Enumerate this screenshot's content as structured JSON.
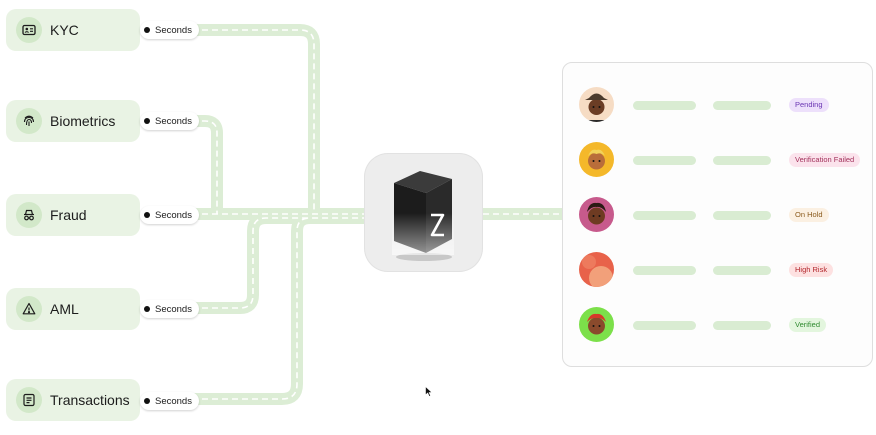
{
  "sources": [
    {
      "label": "KYC",
      "icon": "id-card-icon",
      "speed": "Seconds"
    },
    {
      "label": "Biometrics",
      "icon": "fingerprint-icon",
      "speed": "Seconds"
    },
    {
      "label": "Fraud",
      "icon": "spy-icon",
      "speed": "Seconds"
    },
    {
      "label": "AML",
      "icon": "warning-icon",
      "speed": "Seconds"
    },
    {
      "label": "Transactions",
      "icon": "receipt-icon",
      "speed": "Seconds"
    }
  ],
  "results": [
    {
      "status": "Pending",
      "avatar": "avatar-hat-icon",
      "bg": "#ede0fb",
      "fg": "#6a35b3"
    },
    {
      "status": "Verification Failed",
      "avatar": "avatar-yellow-icon",
      "bg": "#fbe3ec",
      "fg": "#a3325c"
    },
    {
      "status": "On Hold",
      "avatar": "avatar-pink-icon",
      "bg": "#fbf0e2",
      "fg": "#8a5a1c"
    },
    {
      "status": "High Risk",
      "avatar": "avatar-orange-icon",
      "bg": "#fde1e1",
      "fg": "#b3262c"
    },
    {
      "status": "Verified",
      "avatar": "avatar-green-icon",
      "bg": "#e3f6de",
      "fg": "#2f8a2f"
    }
  ],
  "colors": {
    "road": "#dcedd5",
    "road_stripe": "#ffffff",
    "card": "#e9f3e4"
  }
}
